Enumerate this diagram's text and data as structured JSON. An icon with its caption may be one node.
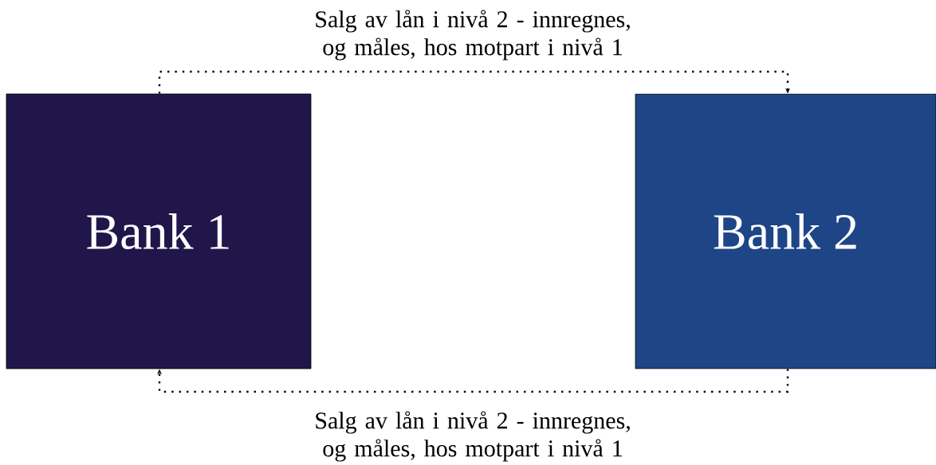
{
  "diagram": {
    "nodes": [
      {
        "text": [
          "Bank 1"
        ]
      },
      {
        "text": [
          "Bank 2"
        ]
      }
    ],
    "edges": [
      {
        "from": 0,
        "to": 1,
        "arrow": "to",
        "style": "dashed",
        "label": "Salg av lån i nivå 2 - innregnes, og måles, hos motpart i nivå 1"
      },
      {
        "from": 1,
        "to": 0,
        "arrow": "to",
        "style": "dashed",
        "label": "Salg av lån i nivå 2 - innregnes, og måles, hos motpart i nivå 1"
      }
    ]
  }
}
